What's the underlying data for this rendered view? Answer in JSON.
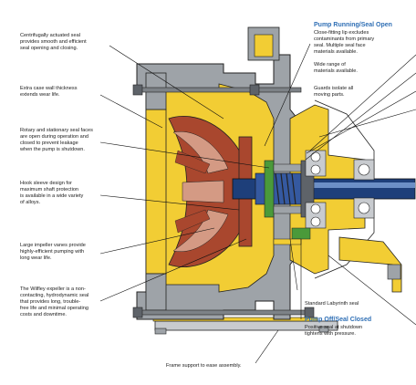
{
  "callouts": {
    "c1": "Centrifugally actuated seal\nprovides smooth and efficient\nseal opening and closing.",
    "c2": "Extra case wall thickness\nextends wear life.",
    "c3": "Rotary and stationary seal faces\nare open during operation and\nclosed to prevent leakage\nwhen the pump is shutdown.",
    "c4": "Hook sleeve design for\nmaximum shaft protection\nis available in a wide variety\nof alloys.",
    "c5": "Large impeller vanes provide\nhighly-efficient pumping with\nlong wear life.",
    "c6": "The Wilfley expeller is a non-\ncontacting, hydrodynamic seal\nthat provides long, trouble-\nfree life and minimal operating\ncosts and downtime.",
    "c7": "Close-fitting lip excludes\ncontaminants from primary\nseal. Multiple seal face\nmaterials available.",
    "c8": "Wide range of\nmaterials available.",
    "c9": "Guards isolate all\nmoving parts.",
    "c10": "Standard Labyrinth seal",
    "c11": "Positive seal at shutdown\ntightens with pressure.",
    "c12": "Frame support to ease assembly."
  },
  "titles": {
    "running": "Pump Running/Seal Open",
    "off": "Pump Off/Seal Closed"
  },
  "colors": {
    "casing": "#f2cd34",
    "casing_dark": "#d8a91e",
    "steel": "#9ea3a8",
    "steel_dark": "#5e6369",
    "impeller": "#a9472e",
    "impeller_light": "#d49a84",
    "shaft": "#1e3f7a",
    "seal_green": "#4a9a3a",
    "accent_blue": "#2f6fb5"
  }
}
